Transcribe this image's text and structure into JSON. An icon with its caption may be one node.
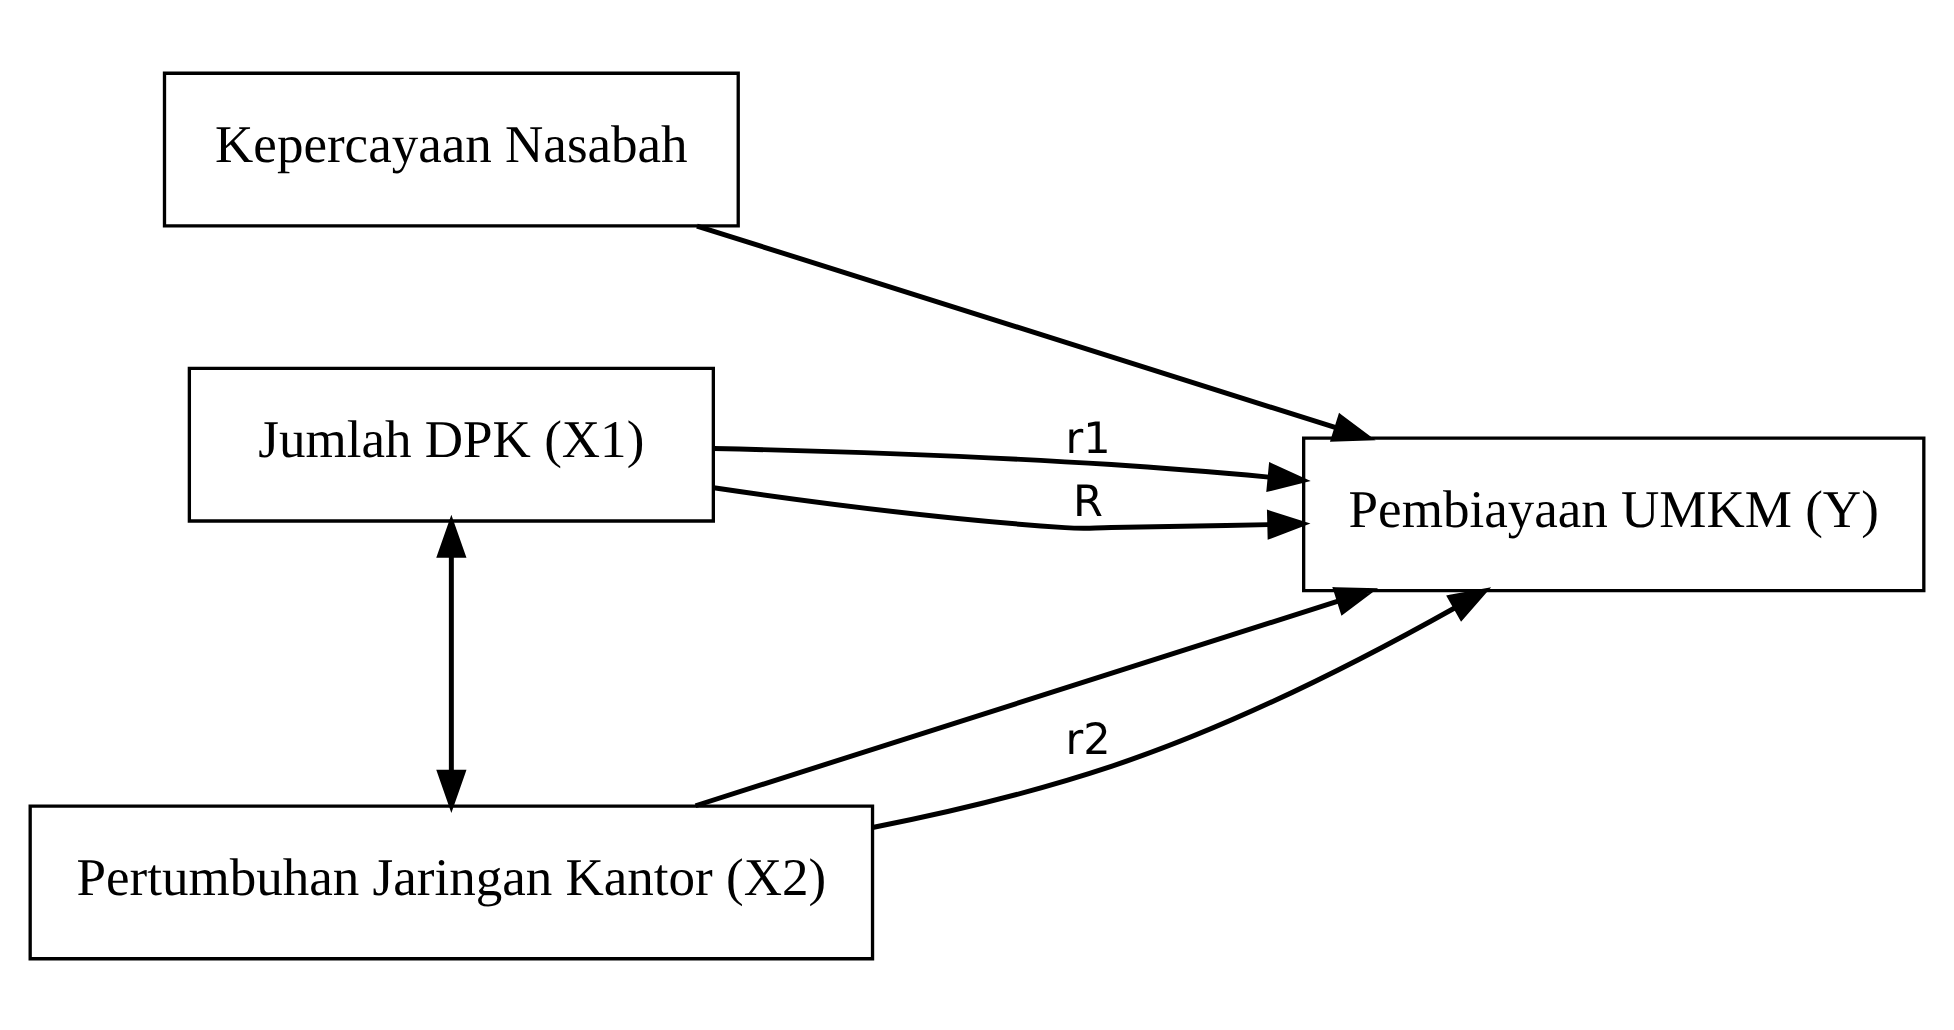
{
  "diagram": {
    "nodes": [
      {
        "text": [
          "Kepercayaan Nasabah"
        ]
      },
      {
        "text": [
          "Jumlah DPK (X1)"
        ]
      },
      {
        "text": [
          "Pembiayaan UMKM (Y)"
        ]
      },
      {
        "text": [
          "Pertumbuhan Jaringan Kantor (X2)"
        ]
      }
    ],
    "edges": [
      {
        "from": 0,
        "to": 2,
        "arrow": "to"
      },
      {
        "from": 1,
        "to": 2,
        "arrow": "to",
        "label": "r1"
      },
      {
        "from": 1,
        "to": 3,
        "arrow": "both"
      },
      {
        "from": 1,
        "to": 2,
        "arrow": "to",
        "label": "R"
      },
      {
        "from": 3,
        "to": 2,
        "arrow": "to"
      },
      {
        "from": 3,
        "to": 2,
        "arrow": "to",
        "label": "r2"
      }
    ]
  }
}
